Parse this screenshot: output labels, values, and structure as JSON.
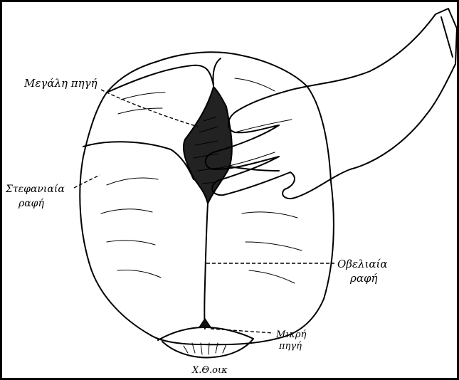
{
  "labels": {
    "anterior_fontanelle": "Μεγάλη πηγή",
    "coronal_suture_line1": "Στεφανιαία",
    "coronal_suture_line2": "ραφή",
    "sagittal_suture_line1": "Οβελιαία",
    "sagittal_suture_line2": "ραφή",
    "posterior_fontanelle_line1": "Μικρή",
    "posterior_fontanelle_line2": "πηγή",
    "signature": "Χ.Θ.οικ"
  }
}
